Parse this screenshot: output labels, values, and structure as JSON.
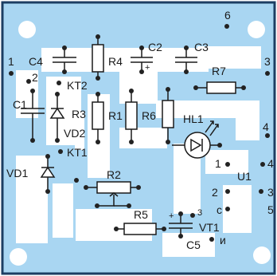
{
  "colors": {
    "board": "#a9d6f2",
    "board_border": "#1c3e63",
    "cutout": "#ffffff",
    "copper": "#8ec6eb",
    "ink": "#1a1a1a",
    "pad": "#222222"
  },
  "labels": {
    "pin1_left": "1",
    "pin2_left": "2",
    "pin3_right": "3",
    "pin4_right_a": "4",
    "pin4_right_b": "4",
    "pin6_top": "6",
    "c4": "C4",
    "r4": "R4",
    "c2": "C2",
    "c3": "C3",
    "r7": "R7",
    "kt2": "KT2",
    "c1": "C1",
    "r3": "R3",
    "r1": "R1",
    "r6": "R6",
    "hl1": "HL1",
    "vd2": "VD2",
    "kt1": "KT1",
    "vd1": "VD1",
    "r2": "R2",
    "u1": "U1",
    "u1_pin1": "1",
    "u1_pin2": "2",
    "u1_pin3": "3",
    "u1_pin5": "5",
    "u1_c": "с",
    "r5": "R5",
    "vt1": "VT1",
    "vt1_pin3": "3",
    "c5": "C5",
    "vt1_i": "и",
    "c5_plus": "+",
    "c2_plus": "+"
  }
}
